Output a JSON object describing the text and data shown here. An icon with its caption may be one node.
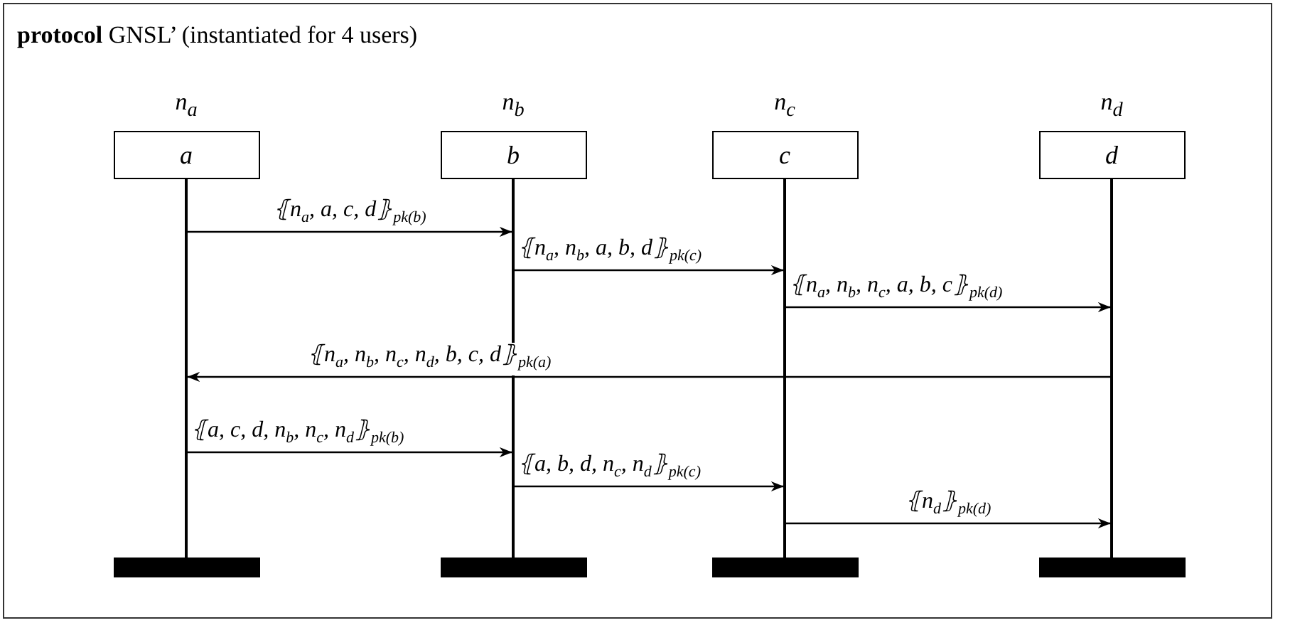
{
  "diagram": {
    "title": "**protocol** GNSL’ (instantiated for 4 users)",
    "nodes": [
      {
        "text": [
          "a"
        ],
        "beside": [
          "n$_{a}$"
        ]
      },
      {
        "text": [
          "b"
        ],
        "beside": [
          "n$_{b}$"
        ]
      },
      {
        "text": [
          "c"
        ],
        "beside": [
          "n$_{c}$"
        ]
      },
      {
        "text": [
          "d"
        ],
        "beside": [
          "n$_{d}$"
        ]
      },
      {
        "text": [],
        "shape": "line"
      },
      {
        "text": [],
        "shape": "line"
      },
      {
        "text": [],
        "shape": "line"
      },
      {
        "text": [],
        "shape": "line"
      },
      {
        "text": [],
        "shape": "bar"
      },
      {
        "text": [],
        "shape": "bar"
      },
      {
        "text": [],
        "shape": "bar"
      },
      {
        "text": [],
        "shape": "bar"
      }
    ],
    "edges": [
      {
        "from": 4,
        "to": 5,
        "arrow": "to",
        "label": "⦃n$_{a}$, a, c, d⦄$_{pk(b)}$"
      },
      {
        "from": 5,
        "to": 6,
        "arrow": "to",
        "label": "⦃n$_{a}$, n$_{b}$, a, b, d⦄$_{pk(c)}$"
      },
      {
        "from": 6,
        "to": 7,
        "arrow": "to",
        "label": "⦃n$_{a}$, n$_{b}$, n$_{c}$, a, b, c⦄$_{pk(d)}$"
      },
      {
        "from": 7,
        "to": 4,
        "arrow": "to",
        "label": "⦃n$_{a}$, n$_{b}$, n$_{c}$, n$_{d}$, b, c, d⦄$_{pk(a)}$"
      },
      {
        "from": 4,
        "to": 5,
        "arrow": "to",
        "label": "⦃a, c, d, n$_{b}$, n$_{c}$, n$_{d}$⦄$_{pk(b)}$"
      },
      {
        "from": 5,
        "to": 6,
        "arrow": "to",
        "label": "⦃a, b, d, n$_{c}$, n$_{d}$⦄$_{pk(c)}$"
      },
      {
        "from": 6,
        "to": 7,
        "arrow": "to",
        "label": "⦃n$_{d}$⦄$_{pk(d)}$"
      }
    ]
  }
}
